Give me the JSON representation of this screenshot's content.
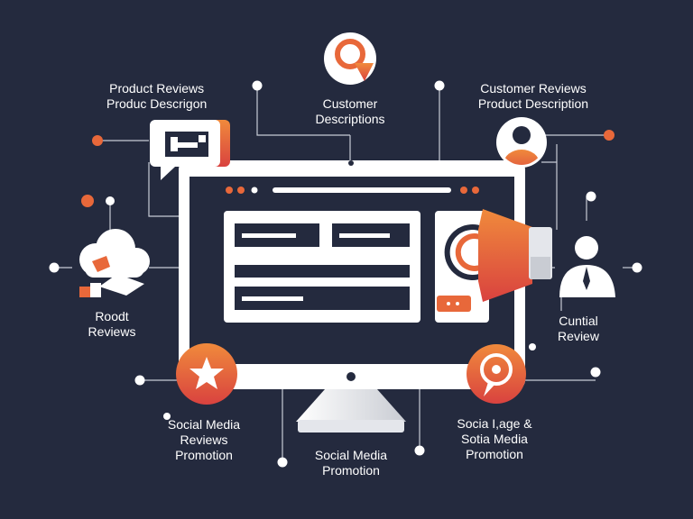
{
  "labels": {
    "top_left": [
      "Product Reviews",
      "Produc Descrigon"
    ],
    "top_center": [
      "Customer",
      "Descriptions"
    ],
    "top_right": [
      "Customer Reviews",
      "Product Description"
    ],
    "mid_left": [
      "Roodt",
      "Reviews"
    ],
    "mid_right": [
      "Cuntial",
      "Review"
    ],
    "bottom_left": [
      "Social Media",
      "Reviews",
      "Promotion"
    ],
    "bottom_center": [
      "Social Media",
      "Promotion"
    ],
    "bottom_right": [
      "Socia I,age &",
      "Sotia Media",
      "Promotion"
    ]
  },
  "icons": {
    "top_center": "search-icon",
    "top_left": "chat-bubble-icon",
    "top_right": "user-avatar-icon",
    "mid_left": "cloud-icon",
    "mid_right": "person-icon",
    "bottom_left": "star-icon",
    "bottom_right": "location-pin-icon",
    "screen_right": "megaphone-icon"
  },
  "colors": {
    "background": "#242a3e",
    "accent_orange": "#e8683a",
    "accent_red": "#d9534a",
    "white": "#ffffff",
    "monitor_stand": "#c9ccd3"
  }
}
